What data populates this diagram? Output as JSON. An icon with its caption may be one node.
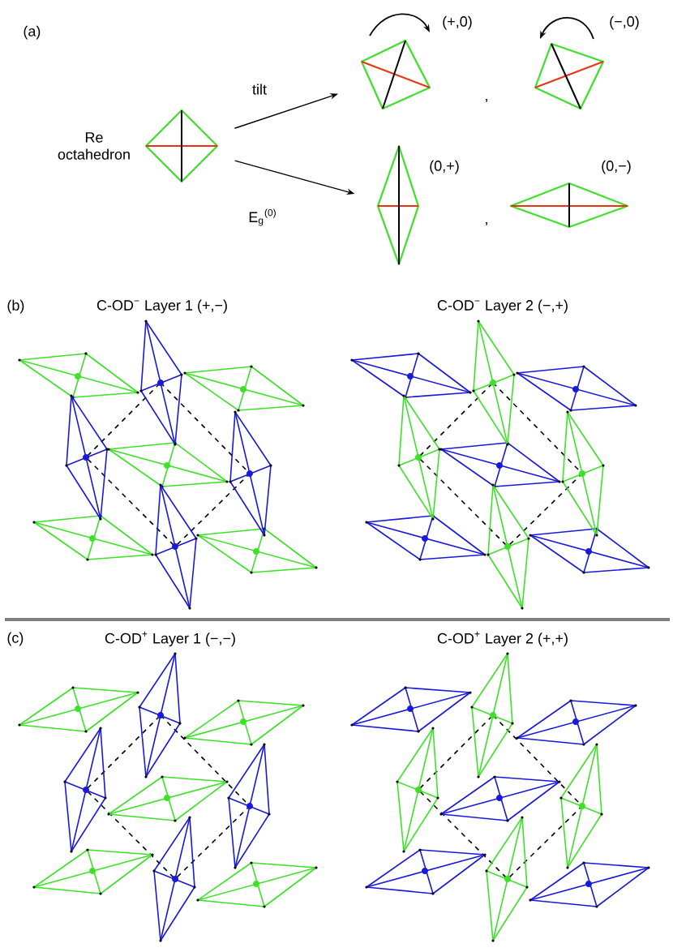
{
  "diagram": {
    "nodes": [
      {
        "text": [],
        "shape": "diamond",
        "beside": [
          "Re octahedron"
        ]
      },
      {
        "text": [],
        "shape": "diamond",
        "beside": [
          "(+,0)"
        ]
      },
      {
        "text": [],
        "shape": "diamond",
        "beside": [
          "(−,0)"
        ]
      },
      {
        "text": [],
        "shape": "diamond",
        "beside": [
          "(0,+)"
        ]
      },
      {
        "text": [],
        "shape": "diamond",
        "beside": [
          "(0,−)"
        ]
      }
    ],
    "edges": [
      {
        "from": 0,
        "to": 1,
        "arrow": "to",
        "label": "tilt"
      },
      {
        "from": 0,
        "to": 3,
        "arrow": "to",
        "label": "E$_{g}$$^{(0)}$"
      }
    ],
    "labels": [
      "(a)",
      ",",
      ",",
      "(b)",
      "C-OD$^{−}$ Layer 1 (+,−)",
      "C-OD$^{−}$ Layer 2 (−,+)",
      "(c)",
      "C-OD$^{+}$ Layer 1 (−,−)",
      "C-OD$^{+}$ Layer 2 (+,+)"
    ]
  }
}
